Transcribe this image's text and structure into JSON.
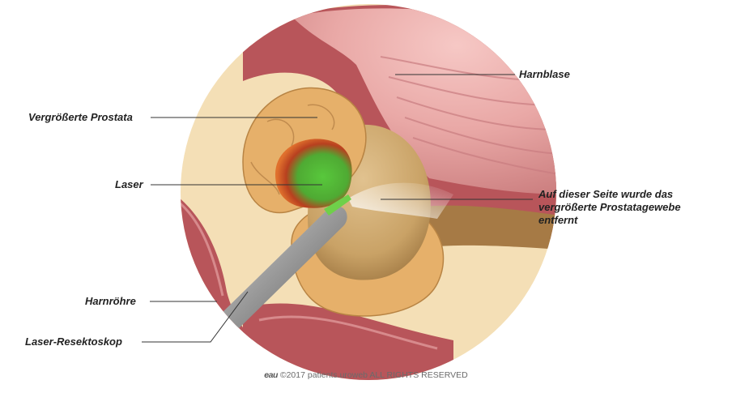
{
  "labels": {
    "bladder": "Harnblase",
    "prostate": "Vergrößerte Prostata",
    "laser": "Laser",
    "removed_tissue": "Auf dieser Seite wurde das vergrößerte Prostatagewebe entfernt",
    "urethra": "Harnröhre",
    "resectoscope": "Laser-Resektoskop"
  },
  "footer": {
    "logo": "eau",
    "copyright": "©2017 patients.uroweb ALL RIGHTS RESERVED"
  },
  "colors": {
    "background": "#ffffff",
    "circle_bg": "#f4dfb6",
    "muscle": "#b8555a",
    "prostate": "#e6b06a",
    "laser_green": "#4fbf3a",
    "laser_red": "#c62a17",
    "instrument": "#9a9a9a"
  }
}
